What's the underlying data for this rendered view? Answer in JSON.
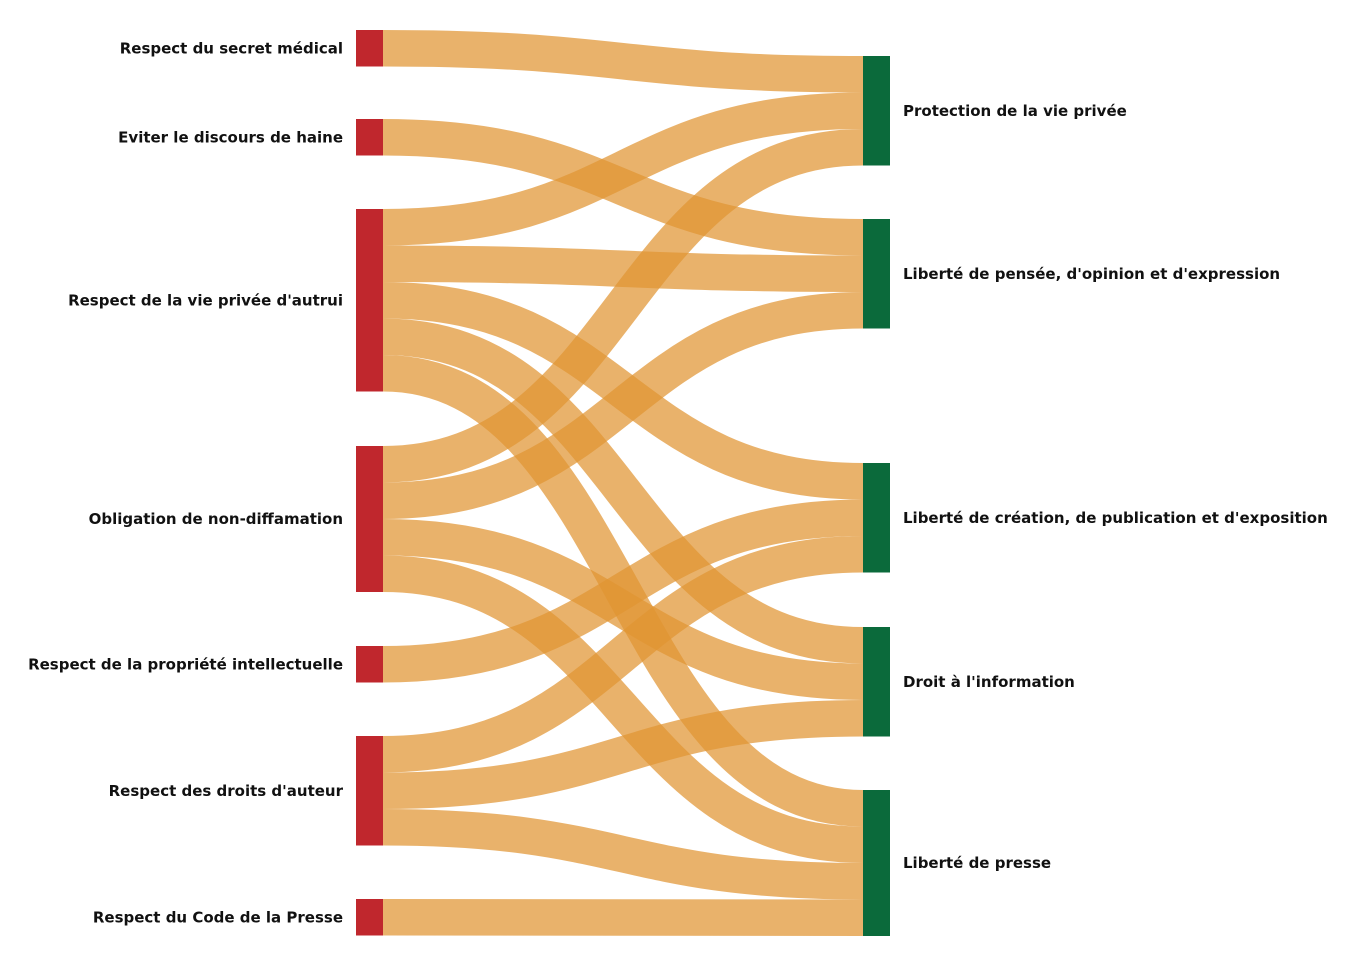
{
  "colors": {
    "source_node": "#c0272d",
    "target_node": "#0b6a3b",
    "link": "#e09432"
  },
  "chart_data": {
    "type": "sankey",
    "sources": [
      "Respect du secret médical",
      "Eviter le discours de haine",
      "Respect de la vie privée d'autrui",
      "Obligation de non-diffamation",
      "Respect de la propriété intellectuelle",
      "Respect des droits d'auteur",
      "Respect du Code de la Presse"
    ],
    "targets": [
      "Protection de la vie privée",
      "Liberté de pensée, d'opinion et d'expression",
      "Liberté de création, de publication et d'exposition",
      "Droit à l'information",
      "Liberté de presse"
    ],
    "links": [
      {
        "source": "Respect du secret médical",
        "target": "Protection de la vie privée",
        "value": 1
      },
      {
        "source": "Eviter le discours de haine",
        "target": "Liberté de pensée, d'opinion et d'expression",
        "value": 1
      },
      {
        "source": "Respect de la vie privée d'autrui",
        "target": "Protection de la vie privée",
        "value": 1
      },
      {
        "source": "Respect de la vie privée d'autrui",
        "target": "Liberté de pensée, d'opinion et d'expression",
        "value": 1
      },
      {
        "source": "Respect de la vie privée d'autrui",
        "target": "Liberté de création, de publication et d'exposition",
        "value": 1
      },
      {
        "source": "Respect de la vie privée d'autrui",
        "target": "Droit à l'information",
        "value": 1
      },
      {
        "source": "Respect de la vie privée d'autrui",
        "target": "Liberté de presse",
        "value": 1
      },
      {
        "source": "Obligation de non-diffamation",
        "target": "Protection de la vie privée",
        "value": 1
      },
      {
        "source": "Obligation de non-diffamation",
        "target": "Liberté de pensée, d'opinion et d'expression",
        "value": 1
      },
      {
        "source": "Obligation de non-diffamation",
        "target": "Droit à l'information",
        "value": 1
      },
      {
        "source": "Obligation de non-diffamation",
        "target": "Liberté de presse",
        "value": 1
      },
      {
        "source": "Respect de la propriété intellectuelle",
        "target": "Liberté de création, de publication et d'exposition",
        "value": 1
      },
      {
        "source": "Respect des droits d'auteur",
        "target": "Liberté de création, de publication et d'exposition",
        "value": 1
      },
      {
        "source": "Respect des droits d'auteur",
        "target": "Droit à l'information",
        "value": 1
      },
      {
        "source": "Respect des droits d'auteur",
        "target": "Liberté de presse",
        "value": 1
      },
      {
        "source": "Respect du Code de la Presse",
        "target": "Liberté de presse",
        "value": 1
      }
    ]
  }
}
